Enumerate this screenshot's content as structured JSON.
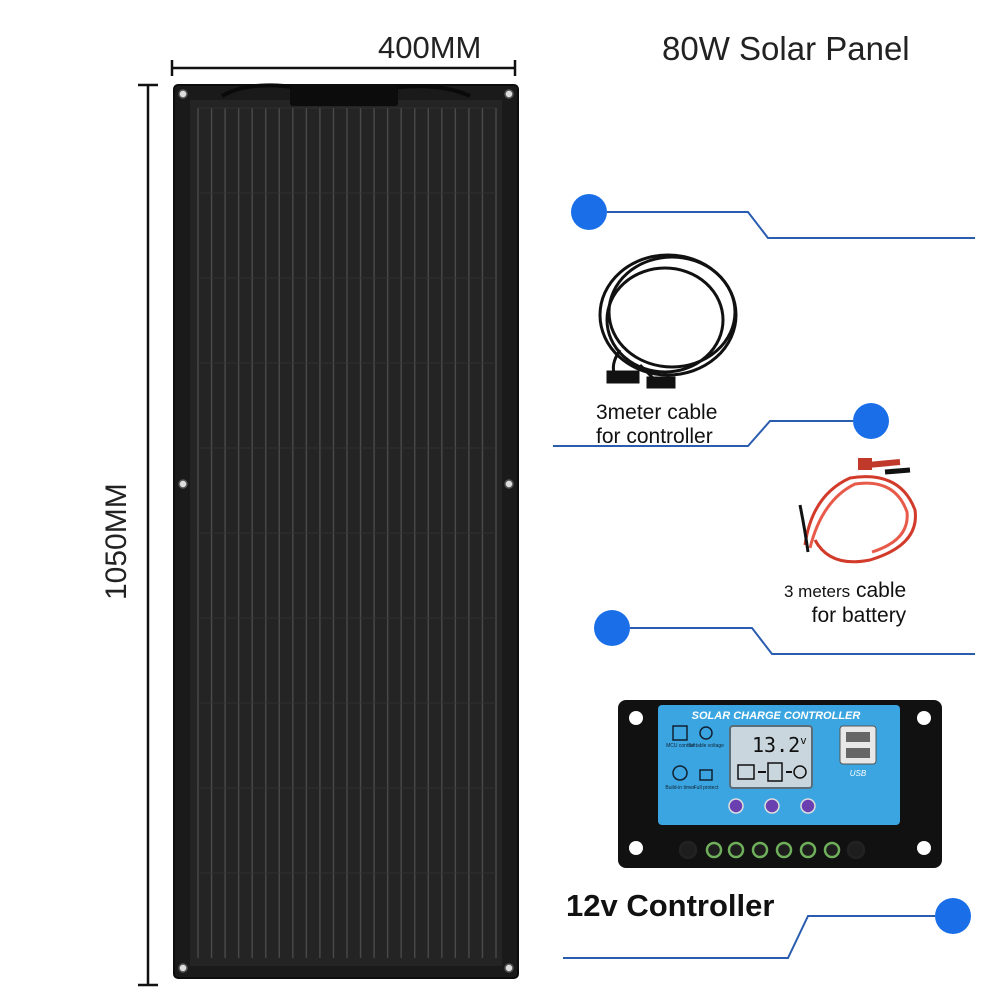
{
  "title": "80W Solar Panel",
  "dimensions": {
    "width": "400MM",
    "height": "1050MM"
  },
  "cables": {
    "controller": {
      "line1": "3meter cable",
      "line2": "for controller"
    },
    "battery": {
      "line1_prefix": "3 meters",
      "line1_suffix": " cable",
      "line2": "for battery"
    }
  },
  "controller": {
    "label": "12v Controller",
    "header": "SOLAR CHARGE CONTROLLER",
    "display_value": "13.2",
    "display_unit": "v",
    "usb_label": "USB",
    "icons": [
      "MCU control",
      "Settable voltage",
      "Build-in timer",
      "Full protect"
    ]
  },
  "colors": {
    "accent_dot": "#1a6fe8",
    "callout_line": "#2a5db0",
    "panel": "#1c1c1c",
    "controller_face": "#3aa5e0"
  }
}
